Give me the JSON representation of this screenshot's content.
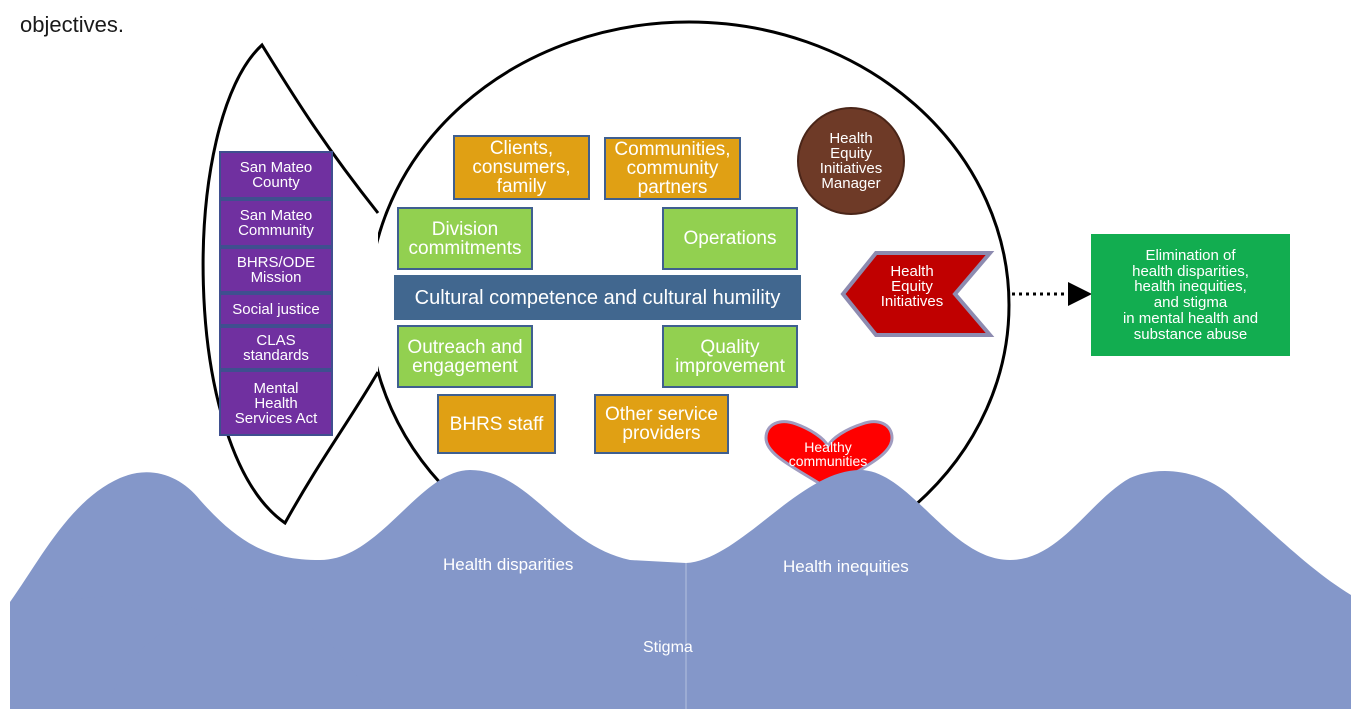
{
  "heading": "objectives.",
  "fish_tail_values": [
    {
      "line1": "San Mateo",
      "line2": "County"
    },
    {
      "line1": "San Mateo",
      "line2": "Community"
    },
    {
      "line1": "BHRS/ODE",
      "line2": "Mission"
    },
    {
      "line1": "Social justice",
      "line2": ""
    },
    {
      "line1": "CLAS",
      "line2": "standards"
    },
    {
      "line1": "Mental",
      "line2": "Health",
      "line3": "Services Act"
    }
  ],
  "partners": {
    "clients": {
      "line1": "Clients,",
      "line2": "consumers,",
      "line3": "family"
    },
    "communities": {
      "line1": "Communities,",
      "line2": "community",
      "line3": "partners"
    },
    "bhrs_staff": "BHRS staff",
    "other_providers": {
      "line1": "Other service",
      "line2": "providers"
    }
  },
  "functions": {
    "division": {
      "line1": "Division",
      "line2": "commitments"
    },
    "operations": "Operations",
    "outreach": {
      "line1": "Outreach and",
      "line2": "engagement"
    },
    "quality": {
      "line1": "Quality",
      "line2": "improvement"
    }
  },
  "core_banner": "Cultural competence and cultural humility",
  "manager": {
    "line1": "Health",
    "line2": "Equity",
    "line3": "Initiatives",
    "line4": "Manager"
  },
  "initiatives": {
    "line1": "Health",
    "line2": "Equity",
    "line3": "Initiatives"
  },
  "heart": {
    "line1": "Healthy",
    "line2": "communities"
  },
  "goal": {
    "line1": "Elimination of",
    "line2": "health disparities,",
    "line3": "health inequities,",
    "line4": "and stigma",
    "line5": "in mental health and",
    "line6": "substance abuse"
  },
  "waves": {
    "left": "Health disparities",
    "right": "Health inequities",
    "bottom": "Stigma"
  },
  "colors": {
    "purple": "#7030a0",
    "orange": "#e0a014",
    "green": "#92d050",
    "banner": "#41678f",
    "goal": "#12ad50",
    "manager": "#6e3a27",
    "initiatives": "#c00000",
    "heart": "#ff0000",
    "wave": "#8497c9"
  }
}
